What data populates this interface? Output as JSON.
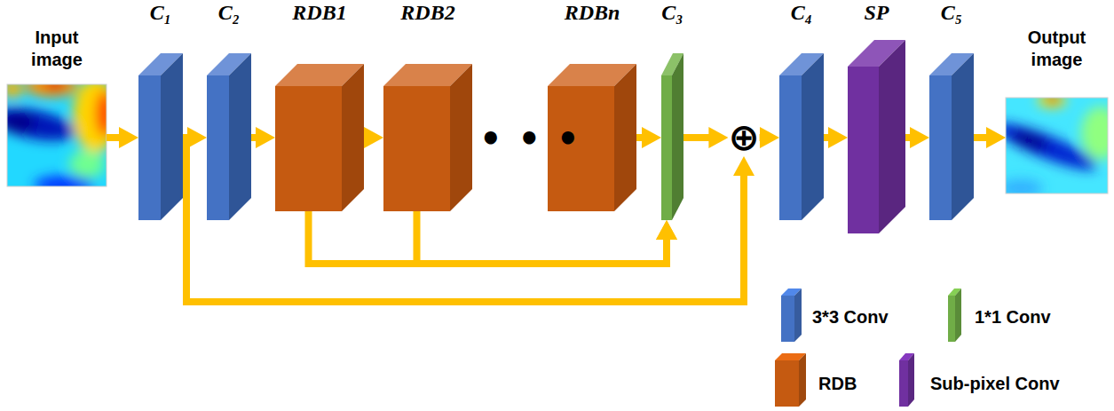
{
  "diagram": {
    "nodes": [
      {
        "text": [
          "Input image"
        ]
      },
      {
        "text": [
          "C₁"
        ]
      },
      {
        "text": [
          "C₂"
        ]
      },
      {
        "text": [
          "RDB1"
        ]
      },
      {
        "text": [
          "RDB2"
        ]
      },
      {
        "text": [
          "RDBn"
        ]
      },
      {
        "text": [
          "C₃"
        ]
      },
      {
        "text": [
          "⊕"
        ]
      },
      {
        "text": [
          "C₄"
        ]
      },
      {
        "text": [
          "SP"
        ]
      },
      {
        "text": [
          "C₅"
        ]
      },
      {
        "text": [
          "Output image"
        ]
      }
    ],
    "edges": [
      {
        "from": 0,
        "to": 1,
        "arrow": "to"
      },
      {
        "from": 1,
        "to": 2,
        "arrow": "to"
      },
      {
        "from": 2,
        "to": 3,
        "arrow": "to"
      },
      {
        "from": 3,
        "to": 4,
        "arrow": "to"
      },
      {
        "from": 5,
        "to": 6,
        "arrow": "to"
      },
      {
        "from": 3,
        "to": 6,
        "arrow": "to"
      },
      {
        "from": 4,
        "to": 6,
        "arrow": "to"
      },
      {
        "from": 6,
        "to": 7,
        "arrow": "to"
      },
      {
        "from": 1,
        "to": 7,
        "arrow": "to"
      },
      {
        "from": 7,
        "to": 8,
        "arrow": "to"
      },
      {
        "from": 8,
        "to": 9,
        "arrow": "to"
      },
      {
        "from": 9,
        "to": 10,
        "arrow": "to"
      },
      {
        "from": 10,
        "to": 11,
        "arrow": "to"
      }
    ],
    "labels": [
      "• • •"
    ],
    "legend": [
      {
        "text": "3*3 Conv",
        "color": "#4472C4"
      },
      {
        "text": "1*1 Conv",
        "color": "#70AD47"
      },
      {
        "text": "RDB",
        "color": "#C55A11"
      },
      {
        "text": "Sub-pixel Conv",
        "color": "#7030A0"
      }
    ]
  }
}
